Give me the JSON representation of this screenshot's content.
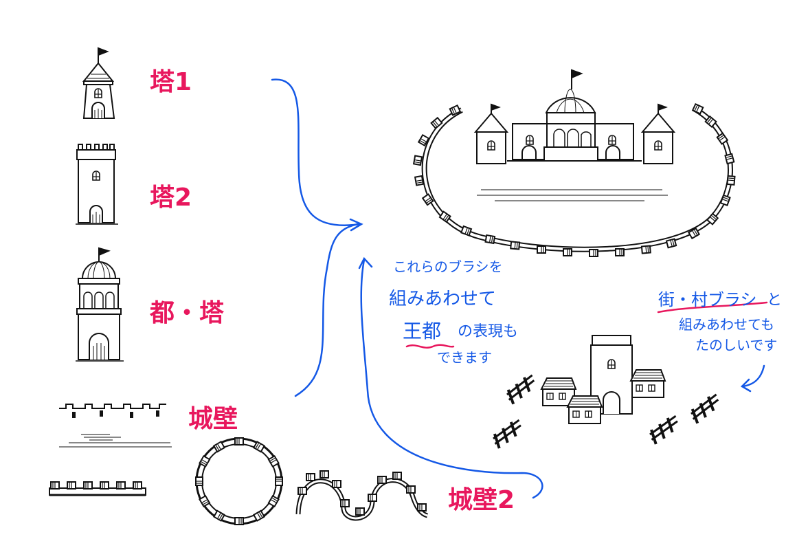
{
  "labels": {
    "tower1": "塔1",
    "tower2": "塔2",
    "capital_tower": "都・塔",
    "castle_wall": "城壁",
    "castle_wall2": "城壁2"
  },
  "notes": {
    "capital": {
      "line1": "これらのブラシを",
      "line2": "組みあわせて",
      "line3_word1": "王都",
      "line3_rest": "の表現も",
      "line4": "できます"
    },
    "town": {
      "line1_emph": "街・村ブラシ",
      "line1_rest": "と",
      "line2": "組みあわせても",
      "line3": "たのしいです"
    }
  },
  "colors": {
    "label": "#e8175d",
    "note": "#1458e6",
    "emphasis_underline": "#e8175d",
    "ink": "#111111"
  },
  "icons": [
    "tower-with-flag-icon",
    "square-keep-tower-icon",
    "domed-tower-icon",
    "straight-wall-icon",
    "circular-wall-icon",
    "wavy-wall-icon",
    "walled-capital-icon",
    "village-icon"
  ]
}
